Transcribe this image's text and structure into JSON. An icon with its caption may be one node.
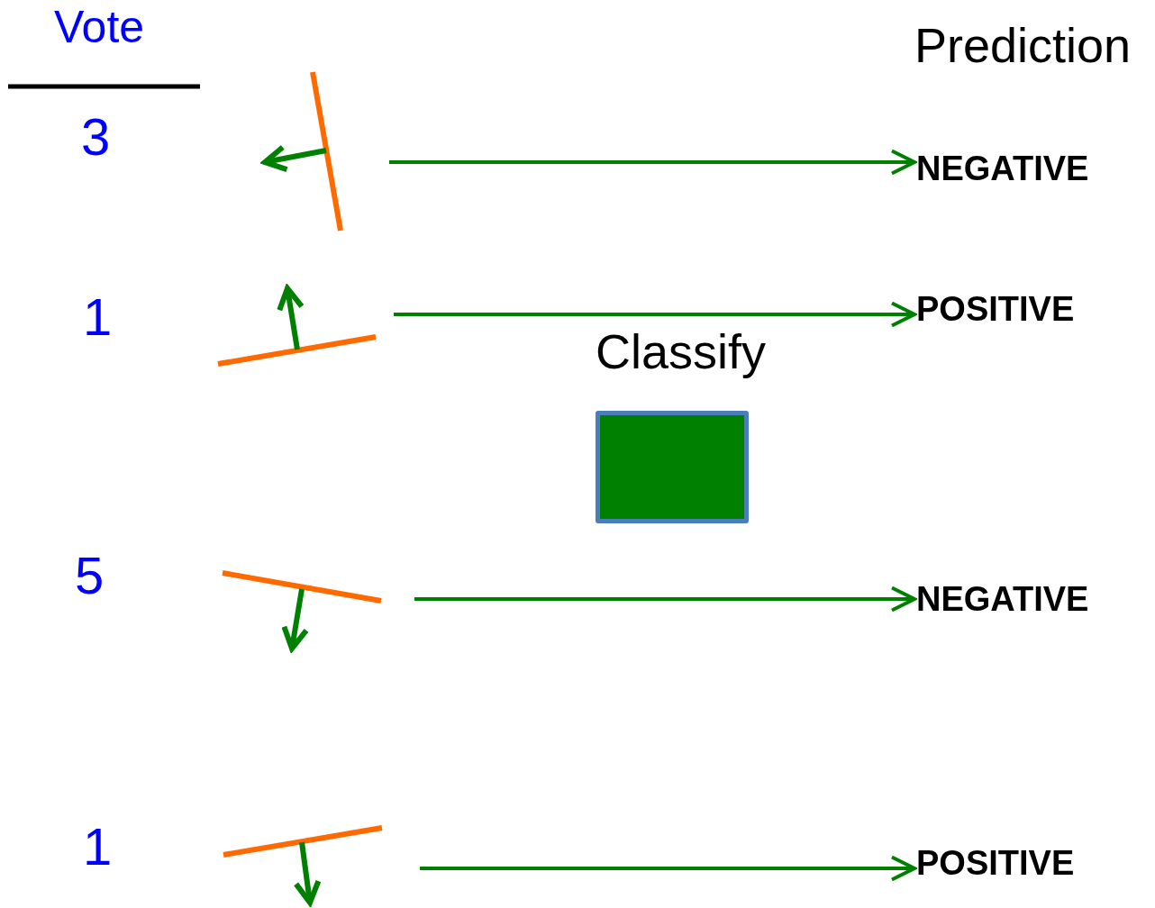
{
  "diagram": {
    "nodes": [
      {
        "text": [],
        "shape": "picture"
      },
      {
        "text": [
          "NEGATIVE"
        ]
      },
      {
        "text": [],
        "shape": "picture"
      },
      {
        "text": [
          "POSITIVE"
        ]
      },
      {
        "text": [
          "Classify"
        ]
      },
      {
        "text": [],
        "shape": "picture"
      },
      {
        "text": [
          "NEGATIVE"
        ]
      },
      {
        "text": [],
        "shape": "picture"
      },
      {
        "text": [
          "POSITIVE"
        ]
      }
    ],
    "edges": [
      {
        "from": 0,
        "to": 1,
        "arrow": "to"
      },
      {
        "from": 2,
        "to": 3,
        "arrow": "to"
      },
      {
        "from": 5,
        "to": 6,
        "arrow": "to"
      },
      {
        "from": 7,
        "to": 8,
        "arrow": "to"
      }
    ],
    "labels": [
      "Vote",
      "Prediction",
      "3",
      "1",
      "5",
      "1"
    ]
  }
}
